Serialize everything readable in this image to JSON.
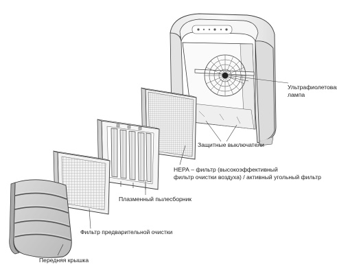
{
  "labels": {
    "uv_lamp_line1": "Ультрафиолетовая",
    "uv_lamp_line2": "лампа",
    "safety_switches": "Защитные  выключатели",
    "hepa_line1": "НЕРА – фильтр (высокоэффективный",
    "hepa_line2": "фильтр очистки воздуха) / активный угольный фильтр",
    "plasma_collector": "Плазменный пылесборник",
    "prefilter": "Фильтр предварительной очистки",
    "front_cover": "Передняя крышка"
  },
  "colors": {
    "line": "#3a3a3a",
    "grid": "#7a7a7a",
    "cover_fill": "#cfcfcf",
    "cover_shade": "#b8b8b8",
    "prefilter_fill": "#dcdcdc",
    "frame_fill": "#f2f2f2",
    "body_fill": "#f4f4f4"
  },
  "icons": [
    "display-panel-icon",
    "fan-grille-icon",
    "uv-lamp-icon"
  ]
}
